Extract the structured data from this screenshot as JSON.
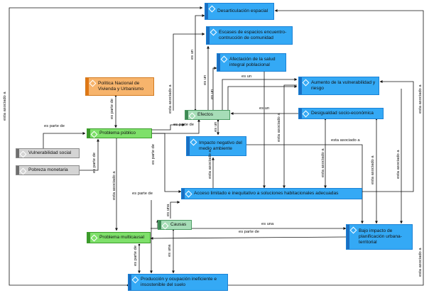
{
  "nodes": {
    "desarticulacion": "Desarticulación espacial",
    "escases": "Escases de espacios encuentro-contrucción de comunidad",
    "afectacion": "Afectación de la salud integral poblacional",
    "aumento": "Aumento de la vulnerabilidad y riesgo",
    "politica": "Política Nacional de Vivienda y Urbanismo",
    "efectos": "Efectos",
    "desigualdad": "Desigualdad socio-económica",
    "problema_publico": "Problema público",
    "impacto_negativo": "Impacto negativo del medio ambiente",
    "vulnerabilidad_social": "Vulnerabilidad social",
    "pobreza": "Pobreza monetaria",
    "acceso": "Acceso limitado e inequitativo a soluciones habitacionales adecuadas",
    "causas": "Causas",
    "problema_multicausal": "Problema multicausal",
    "bajo_impacto": "Bajo impacto de planificación urbana-territorial",
    "produccion": "Producción y ocupación ineficiente e insostenible del suelo"
  },
  "edge_labels": {
    "esta_asociado_a": "esta asociado a",
    "es_parte_de": "es parte de",
    "es_un": "es un",
    "es_una": "es una"
  }
}
